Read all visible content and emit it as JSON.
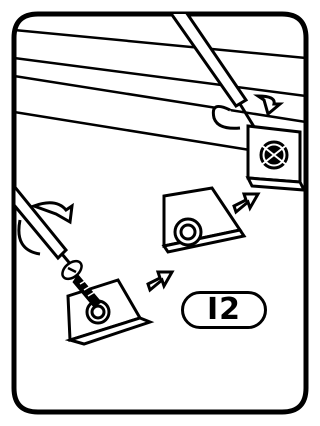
{
  "step": {
    "number": "I2"
  },
  "parts": {
    "block": "corner-block",
    "screw": "wood-screw",
    "tool": "screwdriver"
  },
  "colors": {
    "line": "#000000",
    "background": "#ffffff"
  }
}
